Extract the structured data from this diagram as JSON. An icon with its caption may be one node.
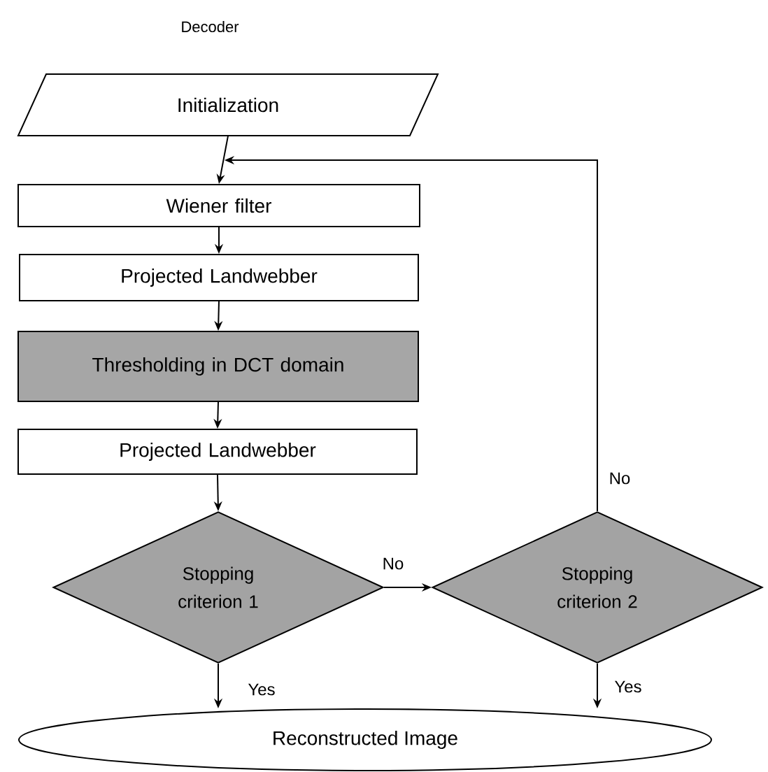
{
  "diagram": {
    "title": "Decoder",
    "nodes": [
      {
        "text": [
          "Initialization"
        ]
      },
      {
        "text": [
          "Wiener filter"
        ]
      },
      {
        "text": [
          "Projected Landwebber"
        ]
      },
      {
        "text": [
          "Thresholding in DCT domain"
        ]
      },
      {
        "text": [
          "Projected Landwebber"
        ]
      },
      {
        "text": [
          "Stopping criterion 1"
        ]
      },
      {
        "text": [
          "Stopping criterion 2"
        ]
      },
      {
        "text": [
          "Reconstructed Image"
        ]
      }
    ],
    "edges": [
      {
        "from": 0,
        "to": 1,
        "arrow": "to"
      },
      {
        "from": 1,
        "to": 2,
        "arrow": "to"
      },
      {
        "from": 2,
        "to": 3,
        "arrow": "to"
      },
      {
        "from": 3,
        "to": 4,
        "arrow": "to"
      },
      {
        "from": 4,
        "to": 5,
        "arrow": "to"
      },
      {
        "from": 5,
        "to": 6,
        "arrow": "to",
        "label": "No"
      },
      {
        "from": 6,
        "to": 1,
        "arrow": "to",
        "label": "No"
      },
      {
        "from": 5,
        "to": 7,
        "arrow": "to",
        "label": "Yes"
      },
      {
        "from": 6,
        "to": 7,
        "arrow": "to",
        "label": "Yes"
      }
    ]
  }
}
